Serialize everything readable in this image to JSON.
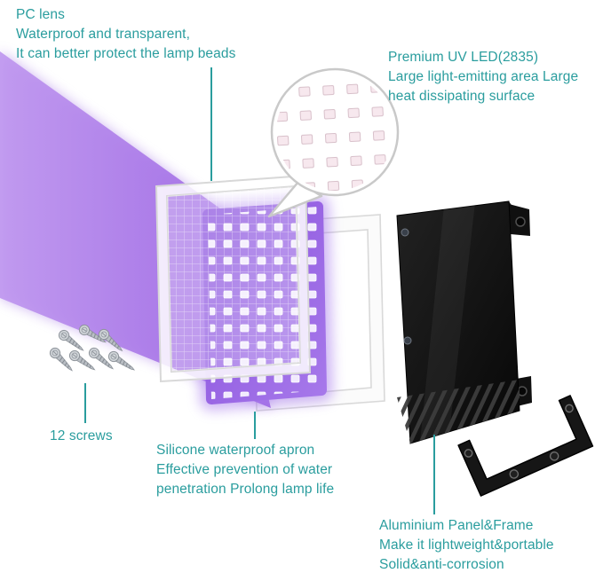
{
  "colors": {
    "accent_teal": "#2a9d9e",
    "beam_purple": "#a77ae8",
    "led_panel_purple": "#9a66e4",
    "chip_pink": "#f6e3ea",
    "housing_black": "#141414",
    "screw_gray": "#c3c8cd",
    "bubble_border_gray": "#c9c9c9"
  },
  "callouts": {
    "pc_lens": {
      "lines": [
        "PC lens",
        "Waterproof and transparent,",
        "It can better protect the lamp beads"
      ]
    },
    "uv_led": {
      "lines": [
        "Premium UV LED(2835)",
        "Large light-emitting area Large",
        "heat dissipating surface"
      ]
    },
    "screws": {
      "lines": [
        "12 screws"
      ]
    },
    "apron": {
      "lines": [
        "Silicone waterproof apron",
        "Effective prevention of water",
        "penetration Prolong lamp life"
      ]
    },
    "frame": {
      "lines": [
        "Aluminium Panel&Frame",
        "Make it lightweight&portable",
        "Solid&anti-corrosion"
      ]
    }
  }
}
